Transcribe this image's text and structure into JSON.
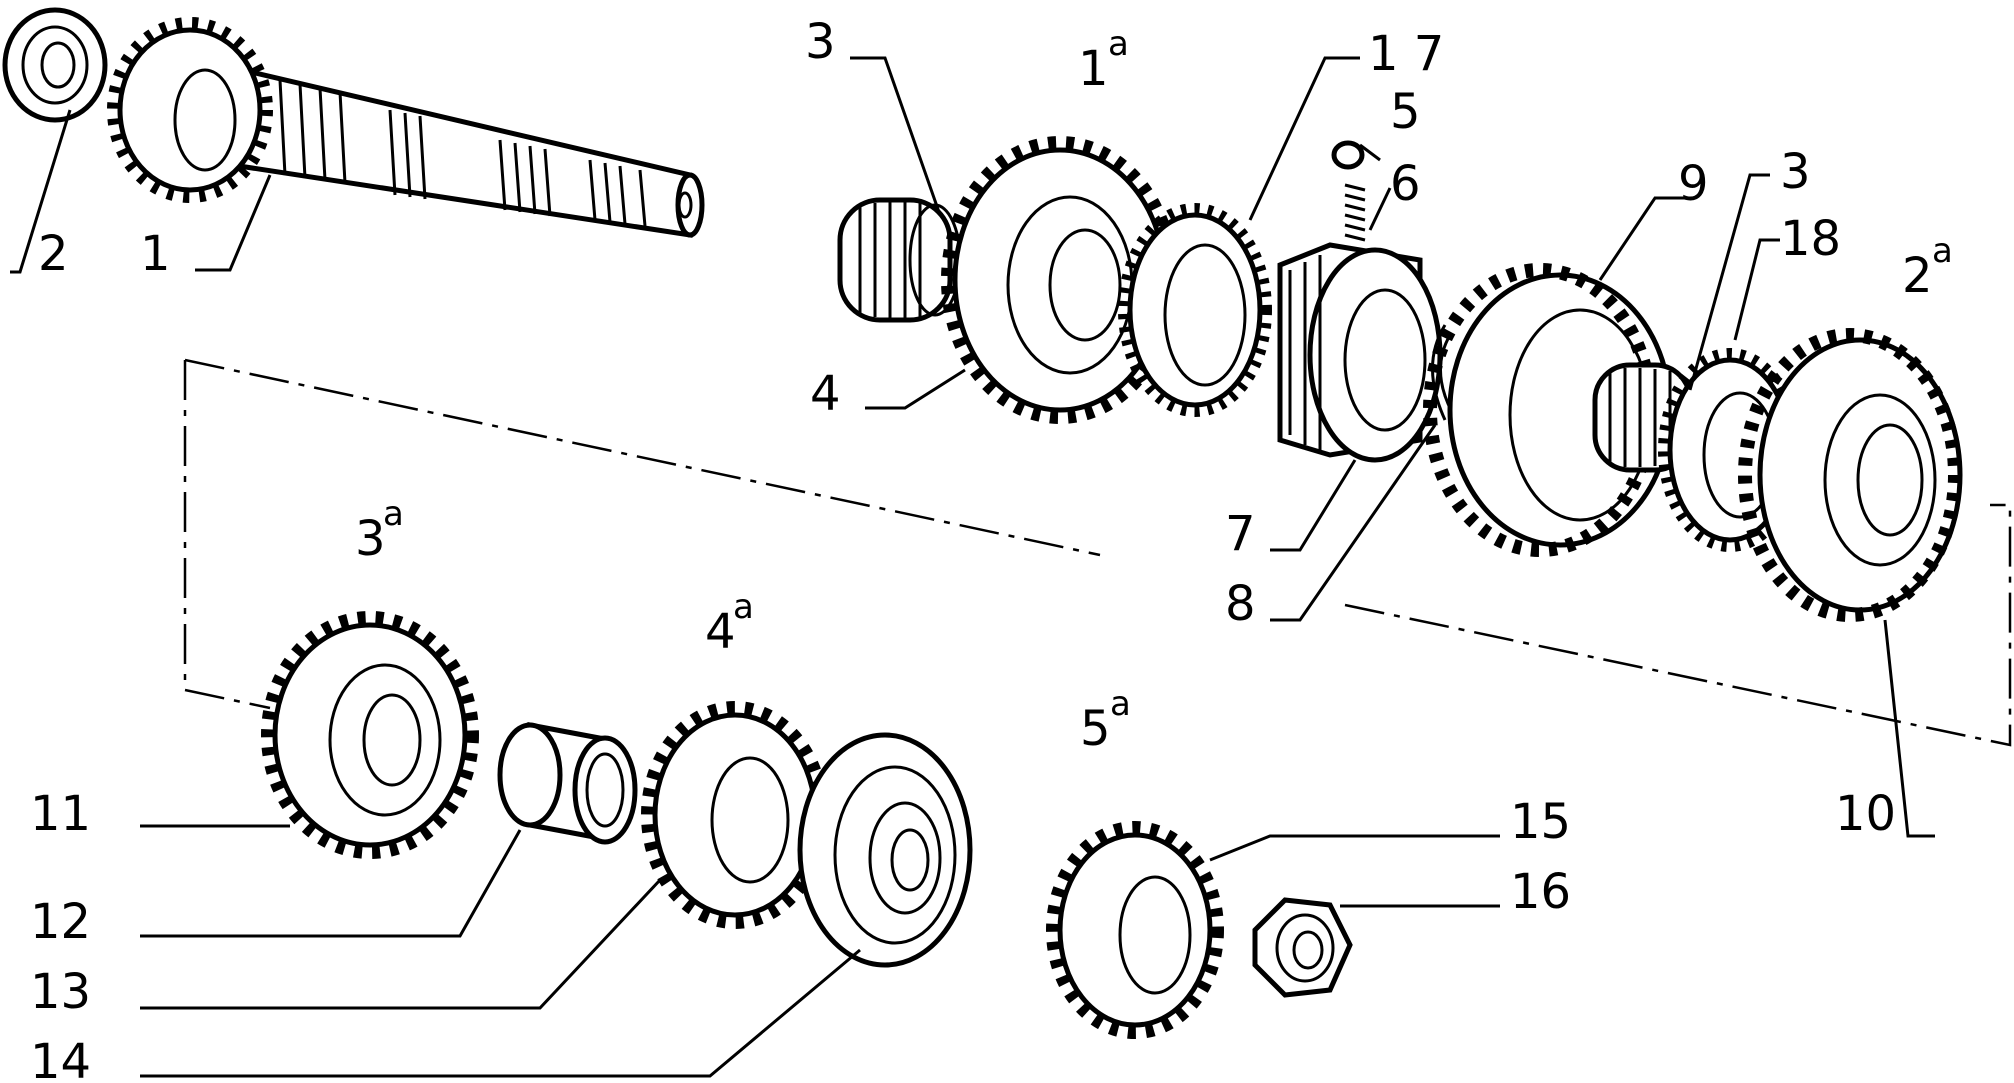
{
  "labels": {
    "l1": "1",
    "l2": "2",
    "l3a": "3",
    "l3b": "3",
    "l4": "4",
    "l5": "5",
    "l6": "6",
    "l7": "7",
    "l8": "8",
    "l9": "9",
    "l10": "10",
    "l11": "11",
    "l12": "12",
    "l13": "13",
    "l14": "14",
    "l15": "15",
    "l16": "16",
    "l17": "1 7",
    "l18": "18"
  },
  "gears": {
    "g1": "1",
    "g2": "2",
    "g3": "3",
    "g4": "4",
    "g5": "5",
    "suffix": "a"
  }
}
